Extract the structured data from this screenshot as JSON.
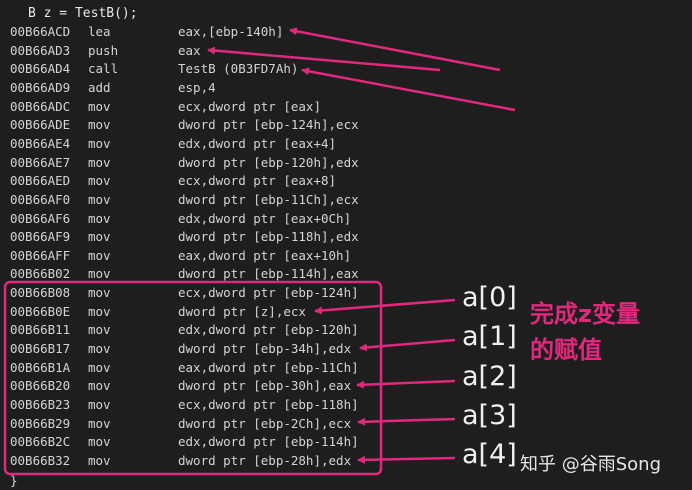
{
  "source_line": "B z = TestB();",
  "rows": [
    {
      "addr": "00B66ACD",
      "mnem": "lea",
      "ops": "eax,[ebp-140h]"
    },
    {
      "addr": "00B66AD3",
      "mnem": "push",
      "ops": "eax"
    },
    {
      "addr": "00B66AD4",
      "mnem": "call",
      "ops": "TestB (0B3FD7Ah)"
    },
    {
      "addr": "00B66AD9",
      "mnem": "add",
      "ops": "esp,4"
    },
    {
      "addr": "00B66ADC",
      "mnem": "mov",
      "ops": "ecx,dword ptr [eax]"
    },
    {
      "addr": "00B66ADE",
      "mnem": "mov",
      "ops": "dword ptr [ebp-124h],ecx"
    },
    {
      "addr": "00B66AE4",
      "mnem": "mov",
      "ops": "edx,dword ptr [eax+4]"
    },
    {
      "addr": "00B66AE7",
      "mnem": "mov",
      "ops": "dword ptr [ebp-120h],edx"
    },
    {
      "addr": "00B66AED",
      "mnem": "mov",
      "ops": "ecx,dword ptr [eax+8]"
    },
    {
      "addr": "00B66AF0",
      "mnem": "mov",
      "ops": "dword ptr [ebp-11Ch],ecx"
    },
    {
      "addr": "00B66AF6",
      "mnem": "mov",
      "ops": "edx,dword ptr [eax+0Ch]"
    },
    {
      "addr": "00B66AF9",
      "mnem": "mov",
      "ops": "dword ptr [ebp-118h],edx"
    },
    {
      "addr": "00B66AFF",
      "mnem": "mov",
      "ops": "eax,dword ptr [eax+10h]"
    },
    {
      "addr": "00B66B02",
      "mnem": "mov",
      "ops": "dword ptr [ebp-114h],eax"
    },
    {
      "addr": "00B66B08",
      "mnem": "mov",
      "ops": "ecx,dword ptr [ebp-124h]"
    },
    {
      "addr": "00B66B0E",
      "mnem": "mov",
      "ops": "dword ptr [z],ecx"
    },
    {
      "addr": "00B66B11",
      "mnem": "mov",
      "ops": "edx,dword ptr [ebp-120h]"
    },
    {
      "addr": "00B66B17",
      "mnem": "mov",
      "ops": "dword ptr [ebp-34h],edx"
    },
    {
      "addr": "00B66B1A",
      "mnem": "mov",
      "ops": "eax,dword ptr [ebp-11Ch]"
    },
    {
      "addr": "00B66B20",
      "mnem": "mov",
      "ops": "dword ptr [ebp-30h],eax"
    },
    {
      "addr": "00B66B23",
      "mnem": "mov",
      "ops": "ecx,dword ptr [ebp-118h]"
    },
    {
      "addr": "00B66B29",
      "mnem": "mov",
      "ops": "dword ptr [ebp-2Ch],ecx"
    },
    {
      "addr": "00B66B2C",
      "mnem": "mov",
      "ops": "edx,dword ptr [ebp-114h]"
    },
    {
      "addr": "00B66B32",
      "mnem": "mov",
      "ops": "dword ptr [ebp-28h],edx"
    }
  ],
  "closing_brace": "}",
  "annotations": {
    "a0": "a[0]",
    "a1": "a[1]",
    "a2": "a[2]",
    "a3": "a[3]",
    "a4": "a[4]",
    "note": "完成z变量\n的赋值"
  },
  "watermark": "知乎 @谷雨Song",
  "colors": {
    "annotation": "#e0287c",
    "background": "#1e1e1e",
    "code": "#d4d4d4"
  }
}
